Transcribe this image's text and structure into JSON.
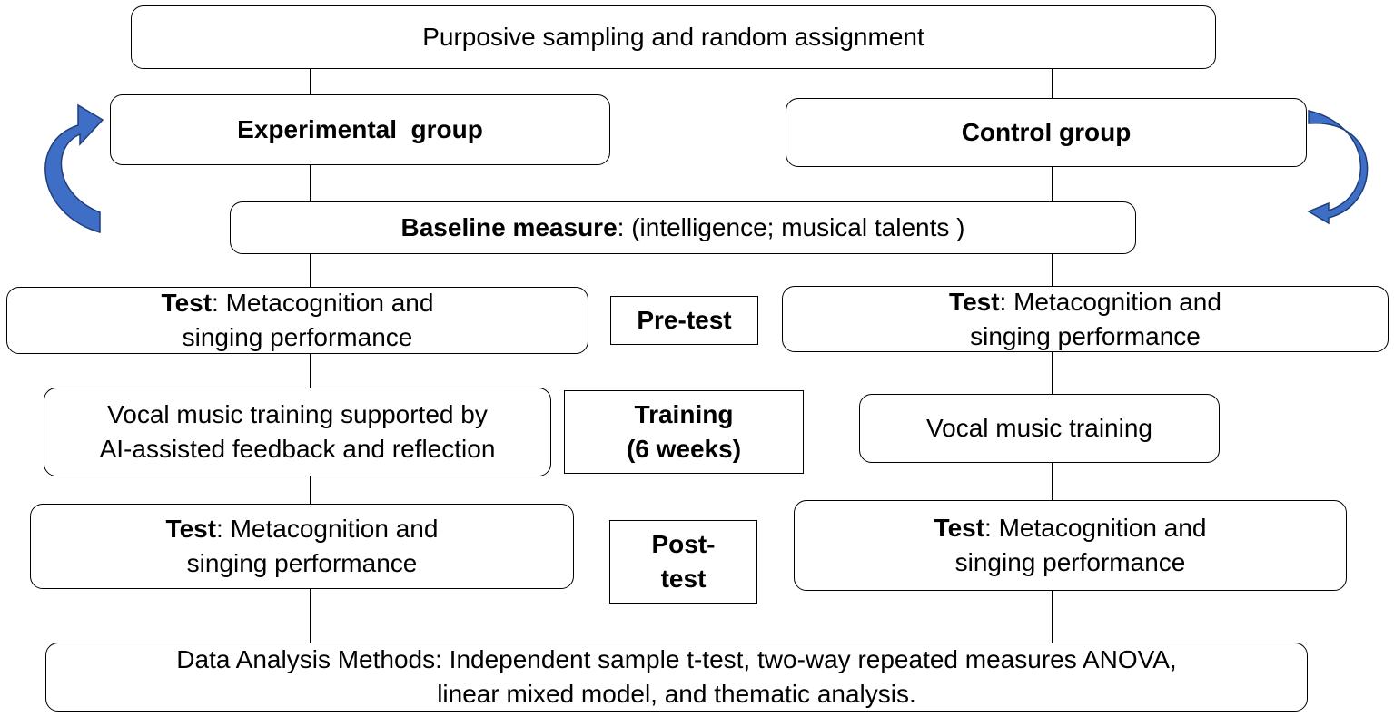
{
  "top": {
    "text": "Purposive sampling and random assignment"
  },
  "experimental": {
    "label": "Experimental  group"
  },
  "control": {
    "label": "Control group"
  },
  "baseline": {
    "bold": "Baseline measure",
    "rest": ": (intelligence; musical talents )"
  },
  "pretest": {
    "label": "Pre-test",
    "left": {
      "bold": "Test",
      "line1": ": Metacognition and",
      "line2": "singing performance"
    },
    "right": {
      "bold": "Test",
      "line1": ": Metacognition and",
      "line2": "singing performance"
    }
  },
  "training": {
    "label_line1": "Training",
    "label_line2": "(6 weeks)",
    "left_line1": "Vocal music training supported by",
    "left_line2": "AI-assisted feedback and reflection",
    "right": "Vocal music training"
  },
  "posttest": {
    "label_line1": "Post-",
    "label_line2": "test",
    "left": {
      "bold": "Test",
      "line1": ": Metacognition and",
      "line2": "singing performance"
    },
    "right": {
      "bold": "Test",
      "line1": ": Metacognition and",
      "line2": "singing performance"
    }
  },
  "analysis": {
    "line1": "Data Analysis Methods: Independent sample t-test, two-way repeated measures ANOVA,",
    "line2": "linear mixed model, and thematic analysis."
  },
  "colors": {
    "arrow_fill": "#3F6EC6",
    "arrow_stroke": "#1F3F7A"
  }
}
